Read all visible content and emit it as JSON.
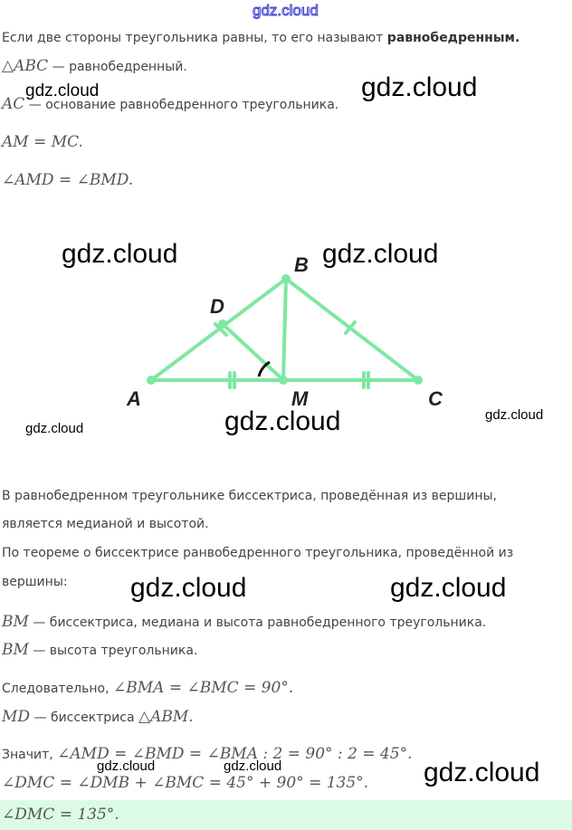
{
  "watermark": "gdz.cloud",
  "intro": {
    "line1_text": "Если две стороны треугольника равны, то его называют ",
    "line1_bold": "равнобедренным.",
    "line2_math": "△ABC",
    "line2_text": " — равнобедренный.",
    "line3_math": "AC",
    "line3_text": " — основание равнобедренного треугольника.",
    "line4_math": "AM = MC.",
    "line5_math": "∠AMD = ∠BMD."
  },
  "diagram": {
    "labels": {
      "A": "A",
      "B": "B",
      "C": "C",
      "D": "D",
      "M": "M"
    },
    "color": "#7ee8a2"
  },
  "solution": {
    "p1": "В равнобедренном треугольнике биссектриса, проведённая из вершины,",
    "p2": "является медианой и высотой.",
    "p3": "По теореме о биссектрисе ранвобедренного треугольника, проведённой из",
    "p4": "вершины:",
    "l5_math": "BM",
    "l5_text": " — биссектриса, медиана и высота равнобедренного треугольника.",
    "l6_math": "BM",
    "l6_text": " — высота треугольника.",
    "l7_text": "Следовательно, ",
    "l7_math": "∠BMA = ∠BMC = 90°.",
    "l8_math": "MD",
    "l8_text": " — биссектриса ",
    "l8_math2": "△ABM.",
    "l9_text": "Значит, ",
    "l9_math": "∠AMD = ∠BMD = ∠BMA : 2 = 90° : 2 = 45°.",
    "l10_math": "∠DMC = ∠DMB + ∠BMC = 45° + 90° = 135°.",
    "answer": "∠DMC = 135°."
  }
}
